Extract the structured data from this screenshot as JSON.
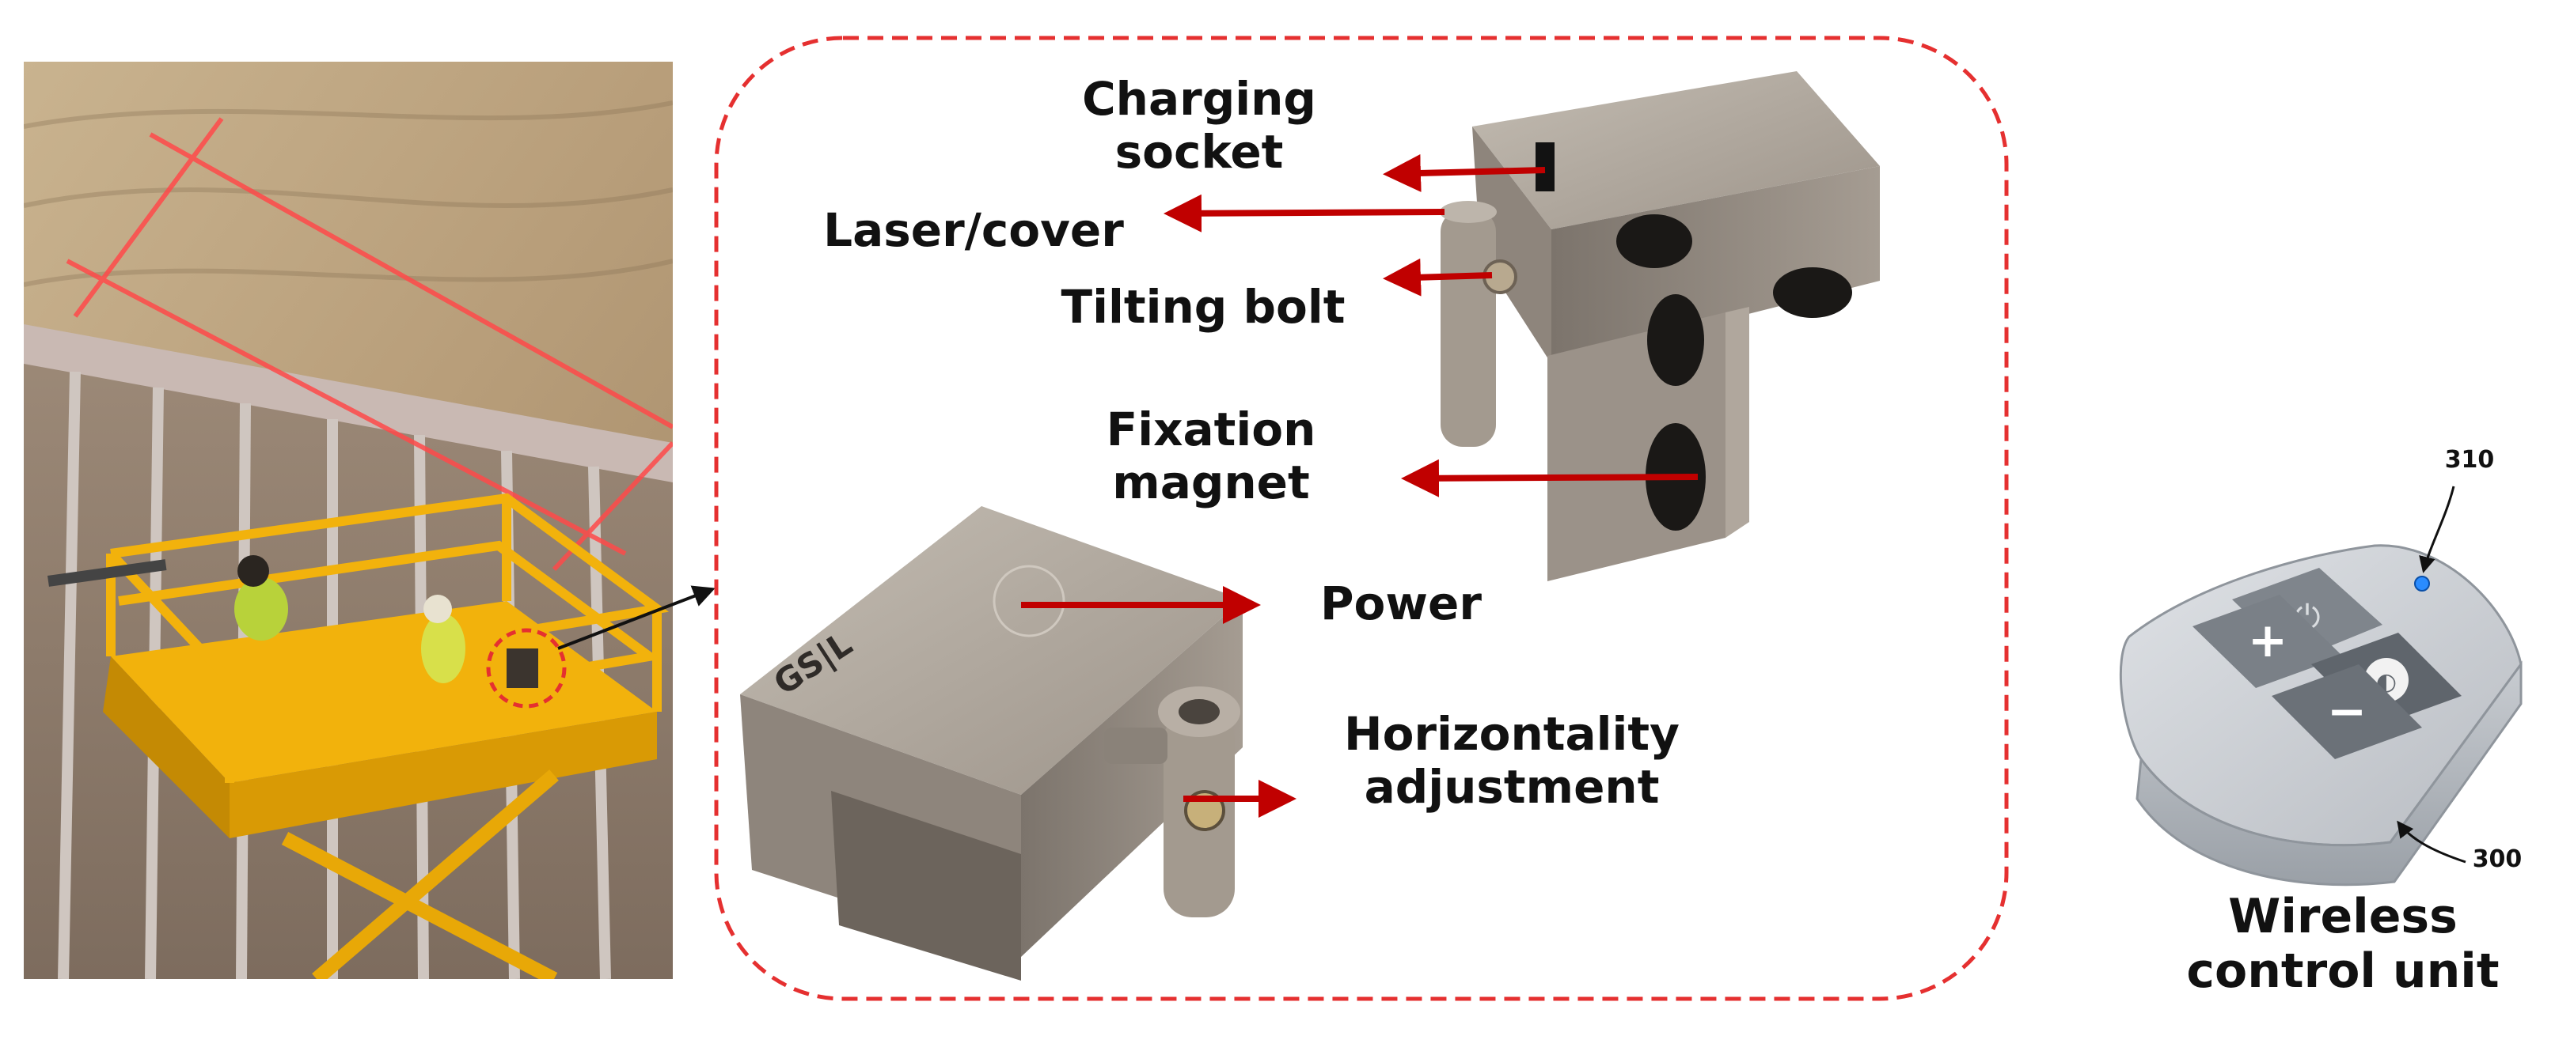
{
  "colors": {
    "arrow": "#c00000",
    "dashed_border": "#e53030",
    "laser_line": "#ff4a4a",
    "lift_yellow": "#f2b20c",
    "device_grey": "#a59b90",
    "remote_blue_led": "#2a8cff"
  },
  "callouts": {
    "charging_socket": {
      "line1": "Charging",
      "line2": "socket"
    },
    "laser_cover": {
      "text": "Laser/cover"
    },
    "tilting_bolt": {
      "text": "Tilting bolt"
    },
    "fixation_magnet": {
      "line1": "Fixation",
      "line2": "magnet"
    },
    "power": {
      "text": "Power"
    },
    "horizontality": {
      "line1": "Horizontality",
      "line2": "adjustment"
    }
  },
  "device": {
    "logo_text": "GS|L"
  },
  "remote": {
    "ref_led": "310",
    "ref_body": "300",
    "title_line1": "Wireless",
    "title_line2": "control unit",
    "buttons": [
      {
        "name": "power",
        "glyph": "⏻"
      },
      {
        "name": "plus",
        "glyph": "+"
      },
      {
        "name": "level",
        "glyph": "◐"
      },
      {
        "name": "minus",
        "glyph": "−"
      }
    ]
  },
  "icons": [
    "arrow-icon",
    "power-icon",
    "plus-icon",
    "minus-icon",
    "level-icon"
  ]
}
